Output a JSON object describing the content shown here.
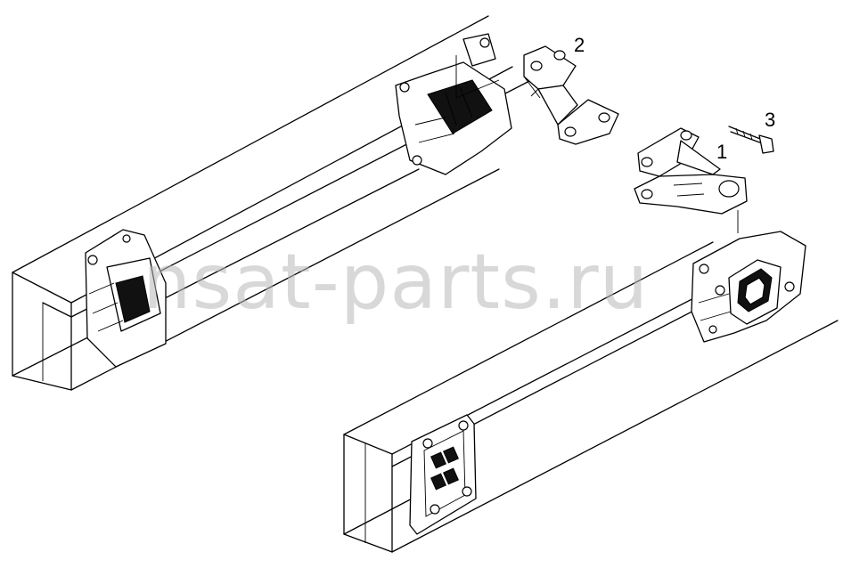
{
  "diagram": {
    "watermark": "nsat-parts.ru",
    "callouts": [
      {
        "id": "1",
        "label": "1"
      },
      {
        "id": "2",
        "label": "2"
      },
      {
        "id": "3",
        "label": "3"
      }
    ]
  }
}
